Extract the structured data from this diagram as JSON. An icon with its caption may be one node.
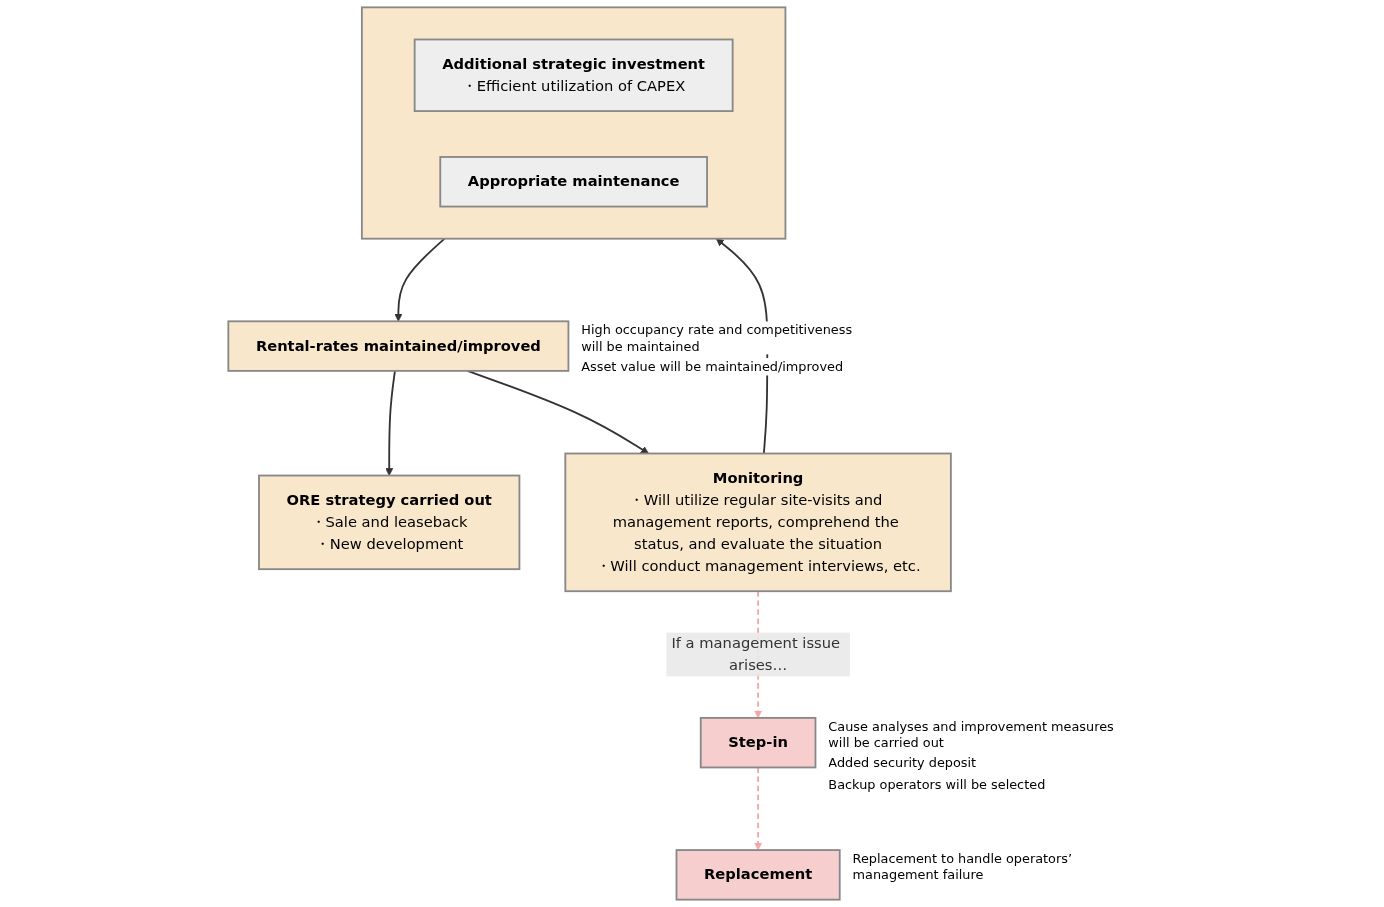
{
  "diagram": {
    "nodes": [
      {
        "text": [
          "Monitoring",
          "・Will utilize regular site-visits and management reports, comprehend the status, and evaluate the situation",
          "・Will conduct management interviews, etc."
        ]
      },
      {
        "text": [],
        "shape": "box"
      },
      {
        "text": [
          "Additional strategic investment",
          "・Efficient utilization of CAPEX"
        ],
        "in": 1
      },
      {
        "text": [
          "Appropriate maintenance"
        ],
        "in": 1
      },
      {
        "text": [
          "Rental-rates maintained/improved"
        ],
        "beside": [
          "High occupancy rate and competitiveness will be maintained",
          "Asset value will be maintained/improved"
        ]
      },
      {
        "text": [
          "ORE strategy carried out",
          "・Sale and leaseback",
          "・New development"
        ]
      },
      {
        "text": [
          "Step-in"
        ],
        "beside": [
          "Cause analyses and improvement measures will be carried out",
          "Added security deposit",
          "Backup operators will be selected"
        ]
      },
      {
        "text": [
          "Replacement"
        ],
        "beside": [
          "Replacement to handle operators’ management failure"
        ]
      }
    ],
    "edges": [
      {
        "from": 0,
        "to": 1,
        "arrow": "to"
      },
      {
        "from": 1,
        "to": 4,
        "arrow": "to"
      },
      {
        "from": 4,
        "to": 5,
        "arrow": "to"
      },
      {
        "from": 0,
        "to": 6,
        "arrow": "to",
        "label": "If a management issue arises…",
        "style": "dashed",
        "color": "#f4a6a6"
      },
      {
        "from": 6,
        "to": 7,
        "arrow": "to",
        "style": "dashed",
        "color": "#f4a6a6"
      },
      {
        "from": 4,
        "to": 0,
        "arrow": "to"
      }
    ]
  }
}
